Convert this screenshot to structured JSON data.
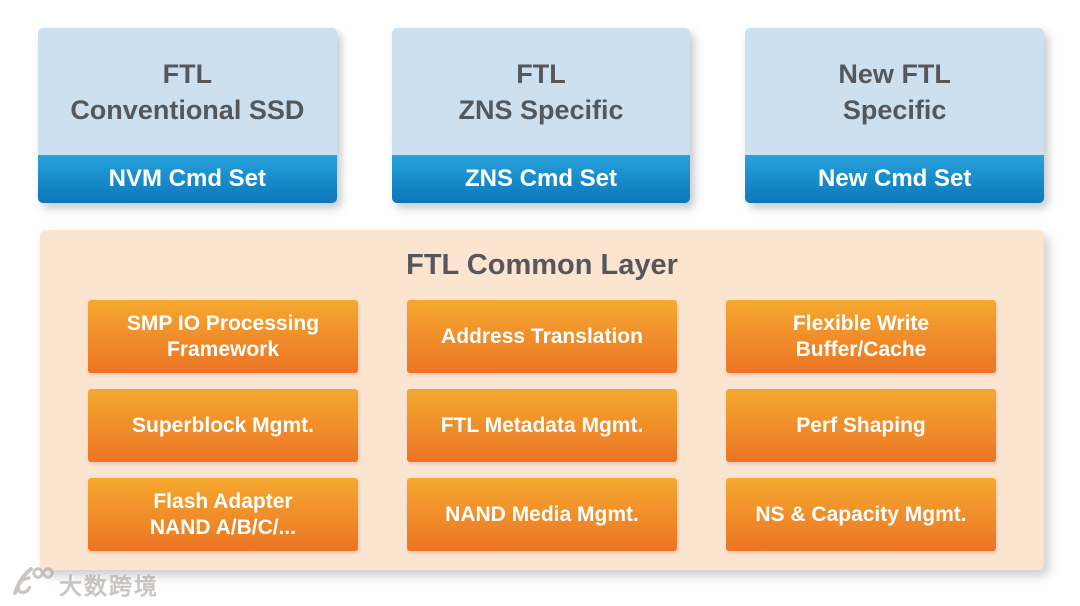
{
  "diagram_title": "FTL architecture diagram",
  "colors": {
    "background": "#ffffff",
    "top_box_fill": "#cde0ef",
    "cmd_strip_gradient_top": "#27a2db",
    "cmd_strip_gradient_bottom": "#0b77bb",
    "common_layer_fill": "#fbe4d0",
    "cell_gradient_top": "#f5a930",
    "cell_gradient_bottom": "#ec7424",
    "heading_text": "#56575b",
    "light_text": "#ffffff",
    "watermark_text": "#a9a39d"
  },
  "top_boxes": [
    {
      "title": "FTL\nConventional SSD",
      "cmd_set": "NVM Cmd Set"
    },
    {
      "title": "FTL\nZNS Specific",
      "cmd_set": "ZNS Cmd Set"
    },
    {
      "title": "New FTL\nSpecific",
      "cmd_set": "New Cmd Set"
    }
  ],
  "common_layer": {
    "title": "FTL Common Layer",
    "cells": [
      {
        "label": "SMP IO Processing\nFramework"
      },
      {
        "label": "Address Translation"
      },
      {
        "label": "Flexible Write\nBuffer/Cache"
      },
      {
        "label": "Superblock Mgmt."
      },
      {
        "label": "FTL Metadata Mgmt."
      },
      {
        "label": "Perf Shaping"
      },
      {
        "label": "Flash Adapter\nNAND A/B/C/..."
      },
      {
        "label": "NAND Media Mgmt."
      },
      {
        "label": "NS & Capacity Mgmt."
      }
    ]
  },
  "watermark": {
    "text": "大数跨境"
  }
}
